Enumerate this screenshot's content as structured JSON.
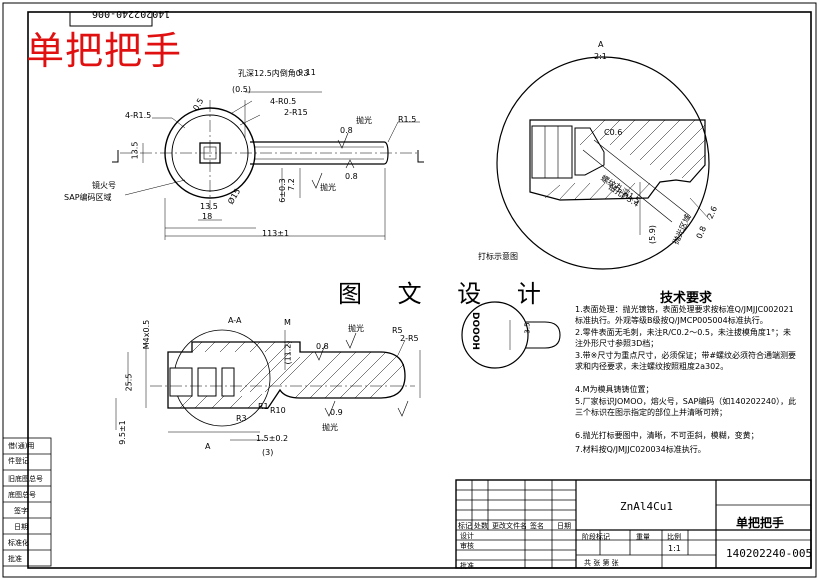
{
  "header": {
    "red_title": "单把把手",
    "serial_flipped": "140202240-006"
  },
  "center_text": "图 文 设 计",
  "views": {
    "section_aa_label": "A-A",
    "detail_a_label": "A",
    "detail_scale": "2:1",
    "marking_view_label": "打标示意图",
    "marking_text": "DOOOH",
    "marking_height": "3.5"
  },
  "dimensions": {
    "d1": "4-R1.5",
    "d2": "0.5",
    "d3": "(0.5)",
    "d4": "4-R0.5",
    "d5": "2-R15",
    "d6": "孔深12.5内倒角0.3",
    "d7": "9.11",
    "d8": "13.5",
    "d9": "18",
    "d10": "113±1",
    "d11": "13.5",
    "d12": "6±0.3",
    "d13": "7.2",
    "d14": "R1.5",
    "d15": "0.8",
    "d16": "0.8",
    "d17": "镜火号",
    "d18": "SAP编码区域",
    "d19": "抛光",
    "d20": "抛光",
    "d21": "Ø15",
    "d22": "C0.6",
    "d23": "(5.9)",
    "d24": "螺纹孔深1.5",
    "d25": "钻孔Ø3.4",
    "d26": "抛光区域",
    "d27": "R1",
    "d28": "M",
    "d29": "R5",
    "d30": "2-R5",
    "d31": "0.8",
    "d32": "抛光",
    "d33": "(11.2)",
    "d34": "M4x0.5",
    "d35": "25.5",
    "d36": "9.5±1",
    "d37": "R3",
    "d38": "R10",
    "d39": "1.5±0.2",
    "d40": "(3)",
    "d41": "0.9",
    "d42": "抛光",
    "d43": "A",
    "d44": "0.8",
    "d45": "2.6"
  },
  "requirements": {
    "title": "技术要求",
    "items": [
      "1.表面处理：抛光镀铬，表面处理要求按标准Q/JMJJC002021标准执行。外观等级B级按Q/JMCP005004标准执行。",
      "2.零件表面无毛刺，未注R/C0.2～0.5，未注拔模角度1°；未注外形尺寸参照3D档；",
      "3.带※尺寸为重点尺寸，必须保证；带#螺纹必须符合通端测要求和内径要求，未注螺纹按照粗度2a302。",
      "4.M为模具铸铸位置；",
      "5.厂家标识JOMOO，熔火号，SAP编码（如140202240），此三个标识在图示指定的部位上并清晰可辨；",
      "6.抛光打标要图中，清晰，不可歪斜，模糊，变黄；",
      "7.材料按Q/JMJJC020034标准执行。"
    ]
  },
  "title_block": {
    "material": "ZnAl4Cu1",
    "part_name": "单把把手",
    "drawing_no": "140202240-005",
    "scale": "1:1",
    "scale_label": "比例",
    "weight_label": "重量",
    "stage_label": "阶段标记",
    "row_labels": [
      "标记",
      "处数",
      "更改文件名",
      "签名",
      "日期"
    ],
    "designer": "设计",
    "checker": "审核",
    "approver": "批准",
    "sheet_label": "共  张  第  张",
    "left_strip": [
      "借(通)用",
      "件登记",
      "旧底图总号",
      "底图总号",
      "签字",
      "日期",
      "标准化",
      "批准"
    ]
  }
}
